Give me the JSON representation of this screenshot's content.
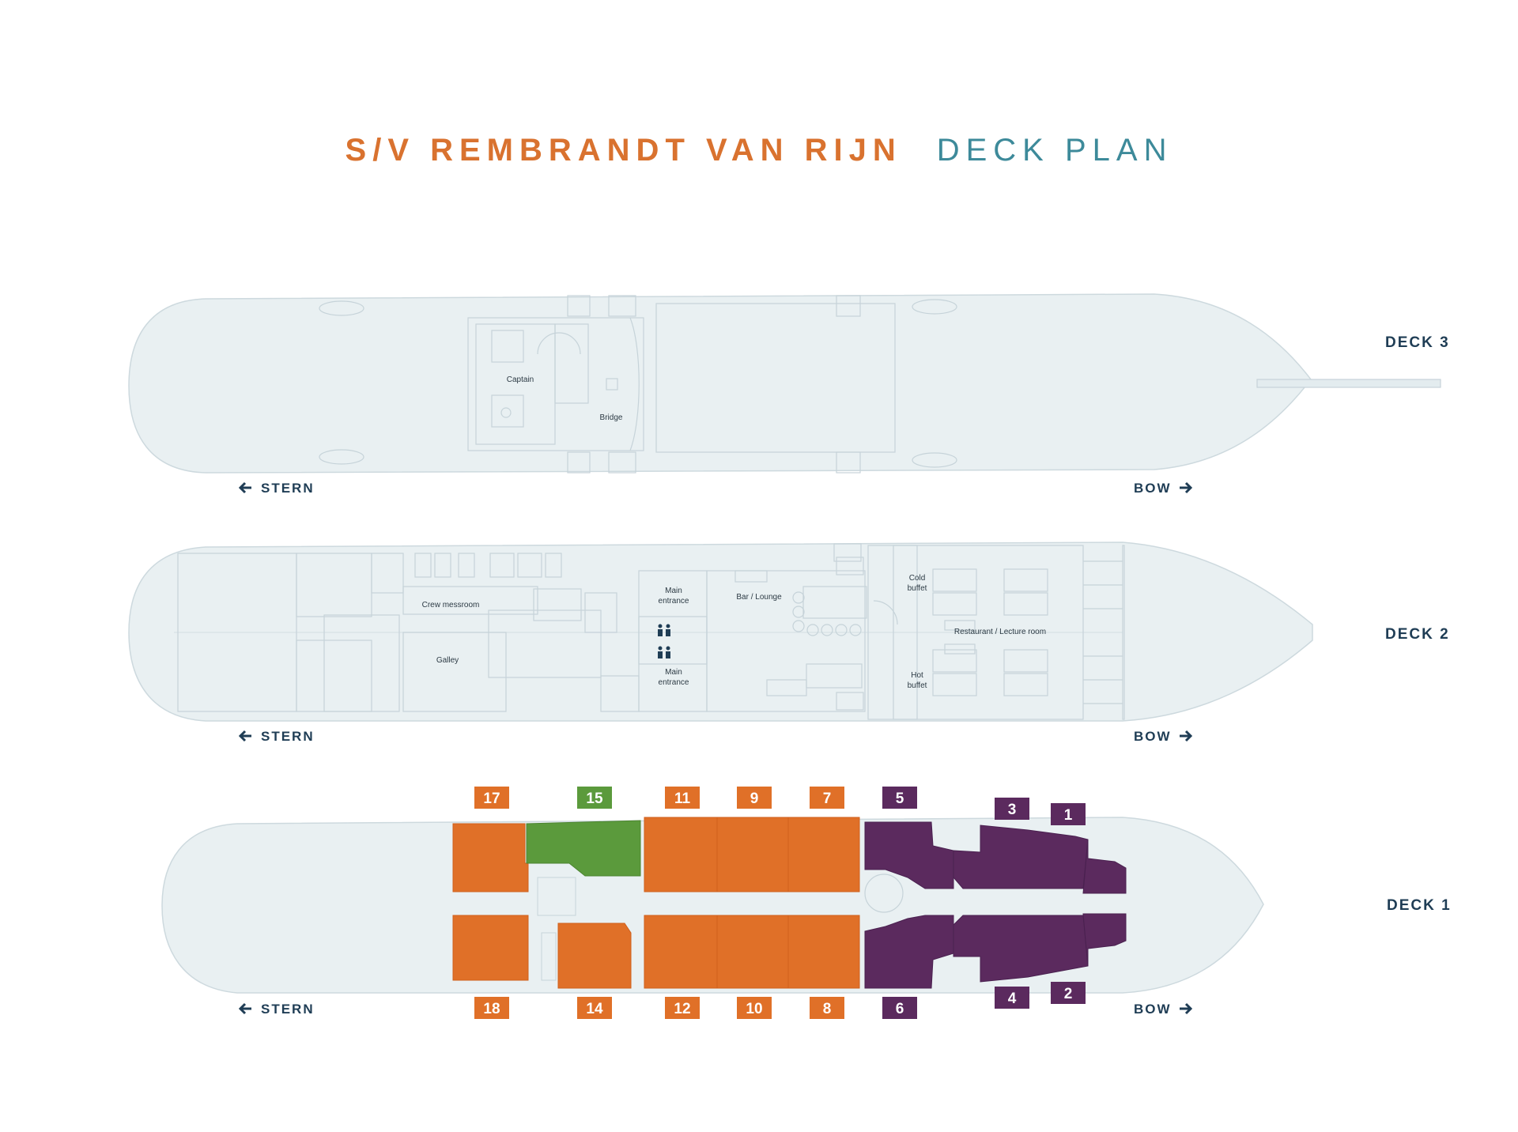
{
  "title": {
    "ship_name": "S/V REMBRANDT VAN RIJN",
    "subtitle": "DECK PLAN"
  },
  "colors": {
    "orange": "#e07028",
    "green": "#5b9a3c",
    "purple": "#5b2a5e",
    "hull": "#e9f0f2",
    "navy": "#1f3d55"
  },
  "navigation": {
    "stern": "STERN",
    "bow": "BOW"
  },
  "decks": {
    "deck3": {
      "label": "DECK 3",
      "rooms": {
        "captain": "Captain",
        "bridge": "Bridge"
      }
    },
    "deck2": {
      "label": "DECK 2",
      "rooms": {
        "crew_messroom": "Crew messroom",
        "galley": "Galley",
        "main_entrance_top": [
          "Main",
          "entrance"
        ],
        "main_entrance_bottom": [
          "Main",
          "entrance"
        ],
        "bar_lounge": "Bar / Lounge",
        "cold_buffet": [
          "Cold",
          "buffet"
        ],
        "hot_buffet": [
          "Hot",
          "buffet"
        ],
        "restaurant": "Restaurant / Lecture room"
      }
    },
    "deck1": {
      "label": "DECK 1",
      "cabins_top": [
        {
          "num": "17",
          "color": "orange"
        },
        {
          "num": "15",
          "color": "green"
        },
        {
          "num": "11",
          "color": "orange"
        },
        {
          "num": "9",
          "color": "orange"
        },
        {
          "num": "7",
          "color": "orange"
        },
        {
          "num": "5",
          "color": "purple"
        },
        {
          "num": "3",
          "color": "purple"
        },
        {
          "num": "1",
          "color": "purple"
        }
      ],
      "cabins_bottom": [
        {
          "num": "18",
          "color": "orange"
        },
        {
          "num": "14",
          "color": "orange"
        },
        {
          "num": "12",
          "color": "orange"
        },
        {
          "num": "10",
          "color": "orange"
        },
        {
          "num": "8",
          "color": "orange"
        },
        {
          "num": "6",
          "color": "purple"
        },
        {
          "num": "4",
          "color": "purple"
        },
        {
          "num": "2",
          "color": "purple"
        }
      ]
    }
  }
}
